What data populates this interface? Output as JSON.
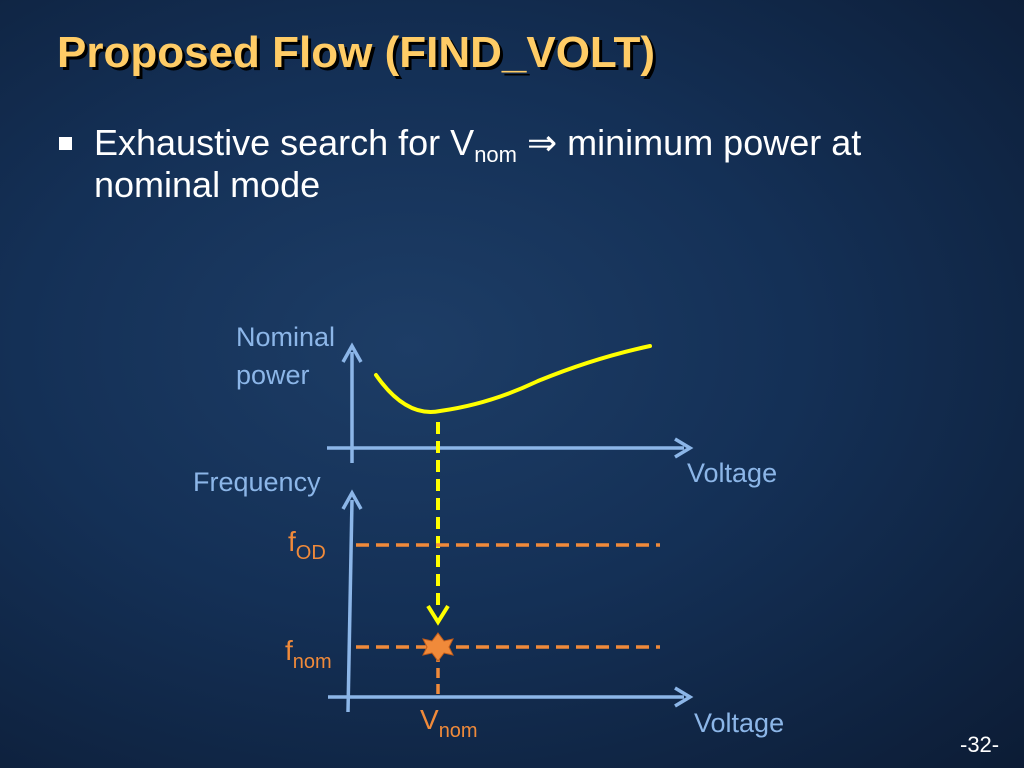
{
  "slide": {
    "title": "Proposed Flow (FIND_VOLT)",
    "page_number": "-32-"
  },
  "bullet": {
    "text_before": "Exhaustive search for V",
    "sub": "nom",
    "arrow_glyph": "⇒",
    "text_after": " minimum power at nominal mode"
  },
  "diagram": {
    "top_plot": {
      "y_label_line1": "Nominal",
      "y_label_line2": "power",
      "x_label": "Voltage"
    },
    "bottom_plot": {
      "y_label": "Frequency",
      "x_label": "Voltage",
      "f_od_main": "f",
      "f_od_sub": "OD",
      "f_nom_main": "f",
      "f_nom_sub": "nom",
      "v_nom_main": "V",
      "v_nom_sub": "nom"
    },
    "colors": {
      "axis": "#8cb6e8",
      "curve": "#ffff00",
      "marker_lines": "#f08a3a"
    }
  }
}
